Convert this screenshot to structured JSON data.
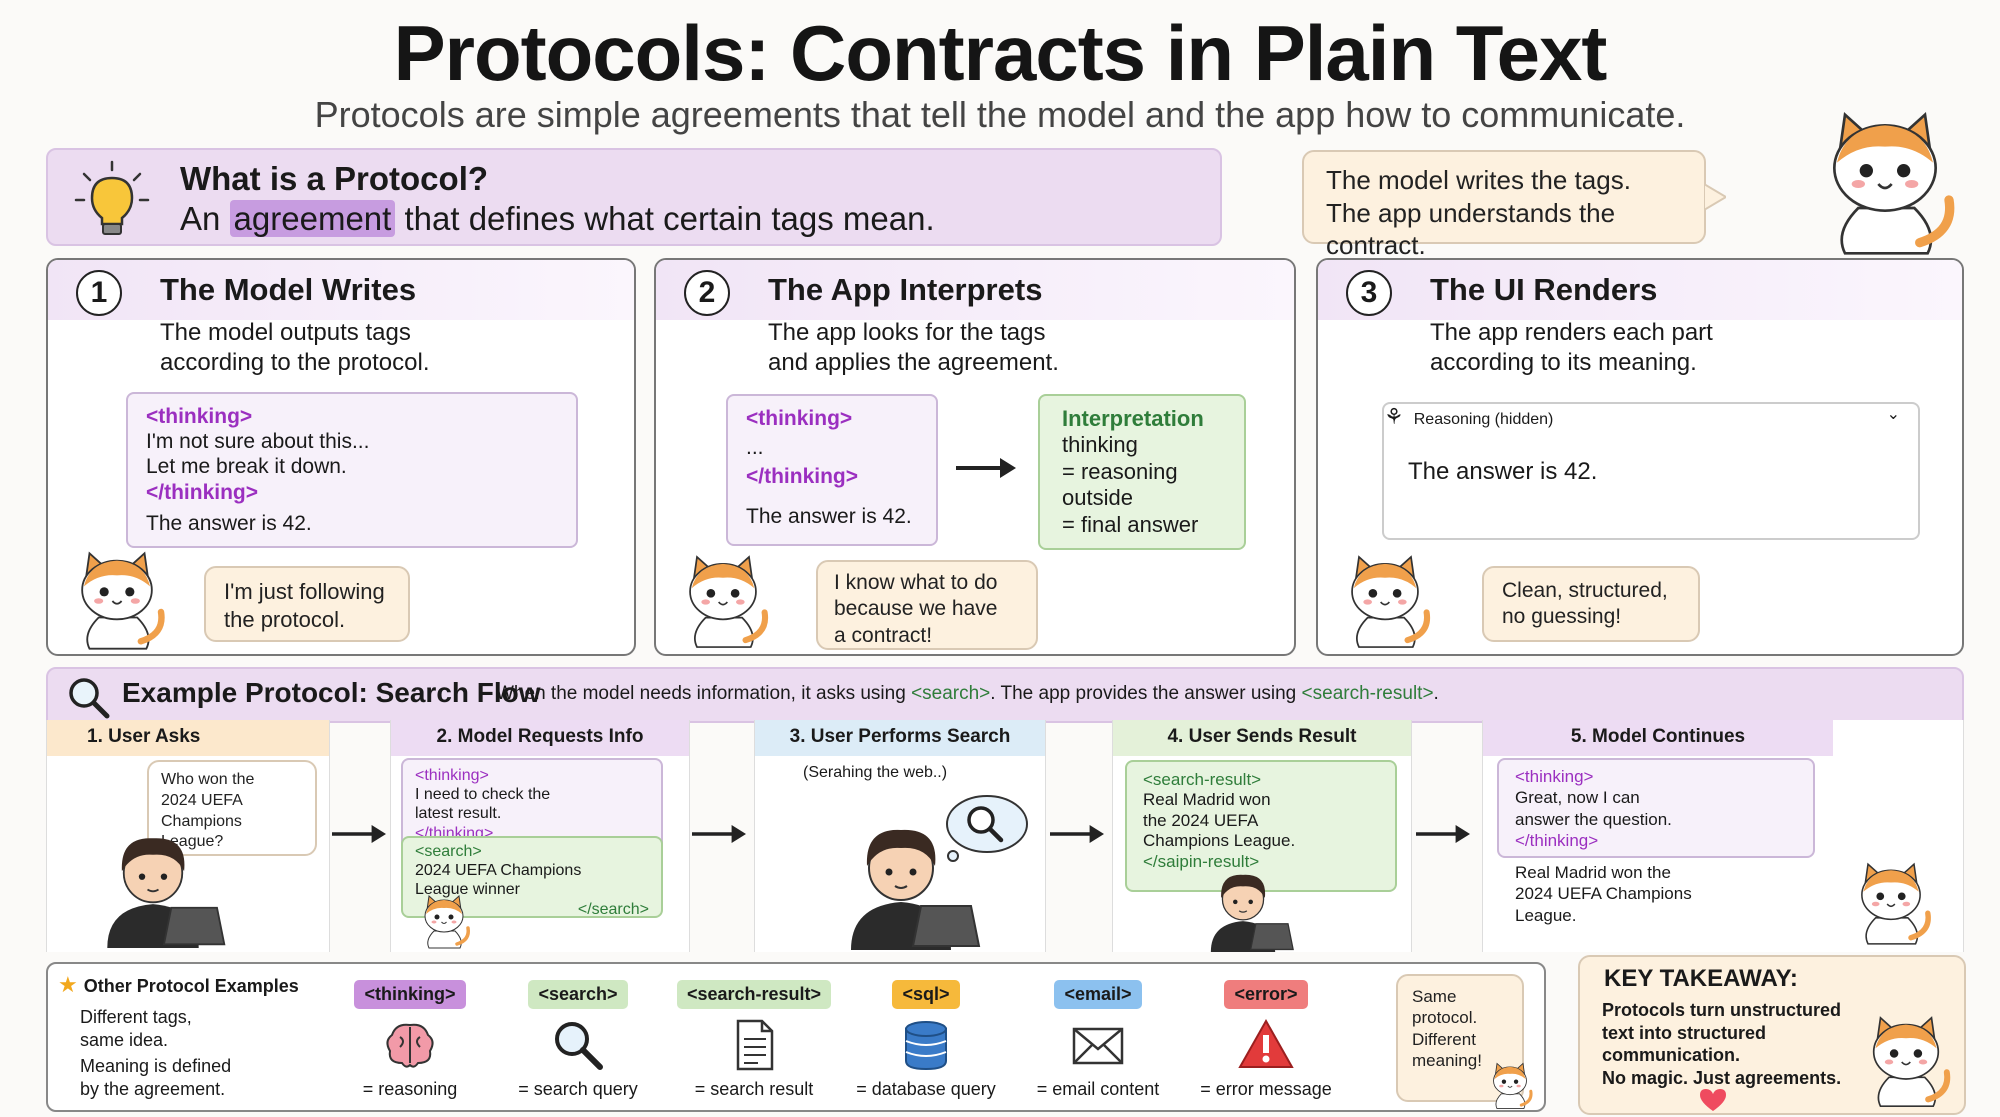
{
  "header": {
    "title": "Protocols: Contracts in Plain Text",
    "subtitle": "Protocols are simple agreements that tell the model and the app how to communicate."
  },
  "what": {
    "title": "What is a Protocol?",
    "text_before": "An ",
    "highlight": "agreement",
    "text_after": " that defines what certain tags mean."
  },
  "top_speech": {
    "line1": "The model writes the tags.",
    "line2": "The app understands the contract."
  },
  "panels": [
    {
      "number": "1",
      "title": "The Model Writes",
      "desc1": "The model outputs tags",
      "desc2": "according to the protocol.",
      "code": {
        "open_tag": "<thinking>",
        "line1": "I'm not sure about this...",
        "line2": "Let me break it down.",
        "close_tag": "</thinking>",
        "answer": "The answer is 42."
      },
      "speech1": "I'm just following",
      "speech2": "the protocol."
    },
    {
      "number": "2",
      "title": "The App Interprets",
      "desc1": "The app looks for the tags",
      "desc2": "and applies the agreement.",
      "code": {
        "open_tag": "<thinking>",
        "dots": "...",
        "close_tag": "</thinking>",
        "answer": "The answer is 42."
      },
      "interp": {
        "title": "Interpretation",
        "l1": "thinking",
        "l2": "= reasoning",
        "l3": "outside",
        "l4": "= final answer"
      },
      "speech1": "I know what to do",
      "speech2": "because we have",
      "speech3": "a contract!"
    },
    {
      "number": "3",
      "title": "The UI Renders",
      "desc1": "The app renders each part",
      "desc2": "according to its meaning.",
      "reasoning_label": "Reasoning (hidden)",
      "answer": "The answer is 42.",
      "speech1": "Clean, structured,",
      "speech2": "no guessing!"
    }
  ],
  "flow": {
    "title": "Example Protocol: Search Flow",
    "desc_a": "When the model needs information, it asks using ",
    "desc_tag1": "<search>",
    "desc_b": ". The app provides the answer using ",
    "desc_tag2": "<search-result>",
    "desc_c": ".",
    "steps": [
      {
        "label": "1. User Asks",
        "q1": "Who won the",
        "q2": "2024 UEFA",
        "q3": "Champions League?"
      },
      {
        "label": "2. Model Requests Info",
        "t_open": "<thinking>",
        "t1": "I need to check the",
        "t2": "latest result.",
        "t_close": "</thinking>",
        "s_open": "<search>",
        "s1": "2024 UEFA Champions",
        "s2": "League winner",
        "s_close": "</search>"
      },
      {
        "label": "3. User Performs Search",
        "note": "(Serahing the web..)"
      },
      {
        "label": "4. User Sends Result",
        "r_open": "<search-result>",
        "r1": "Real Madrid won",
        "r2": "the 2024 UEFA",
        "r3": "Champions League.",
        "r_close": "</saipin-result>"
      },
      {
        "label": "5. Model Continues",
        "t_open": "<thinking>",
        "t1": "Great, now I can",
        "t2": "answer the question.",
        "t_close": "</thinking>",
        "a1": "Real Madrid won the",
        "a2": "2024 UEFA Champions",
        "a3": "League."
      }
    ]
  },
  "examples": {
    "title": "Other Protocol Examples",
    "d1": "Different tags,",
    "d2": "same idea.",
    "d3": "Meaning is defined",
    "d4": "by the agreement.",
    "items": [
      {
        "tag": "<thinking>",
        "label": "= reasoning",
        "color": "#c890dc"
      },
      {
        "tag": "<search>",
        "label": "= search query",
        "color": "#cfe8c2"
      },
      {
        "tag": "<search-result>",
        "label": "= search result",
        "color": "#cfe8c2"
      },
      {
        "tag": "<sql>",
        "label": "= database query",
        "color": "#f6b93b"
      },
      {
        "tag": "<email>",
        "label": "= email content",
        "color": "#8cc1ef"
      },
      {
        "tag": "<error>",
        "label": "= error message",
        "color": "#ef7d7d"
      }
    ],
    "note1": "Same",
    "note2": "protocol.",
    "note3": "Different",
    "note4": "meaning!"
  },
  "takeaway": {
    "title": "KEY TAKEAWAY:",
    "l1": "Protocols turn unstructured",
    "l2": "text into structured",
    "l3": "communication.",
    "l4": "No magic. Just agreements."
  },
  "colors": {
    "accent_purple": "#a66fcf",
    "tag_purple": "#9b2fc0",
    "tag_green": "#2f7d3a",
    "cat_orange": "#f0a04b"
  }
}
